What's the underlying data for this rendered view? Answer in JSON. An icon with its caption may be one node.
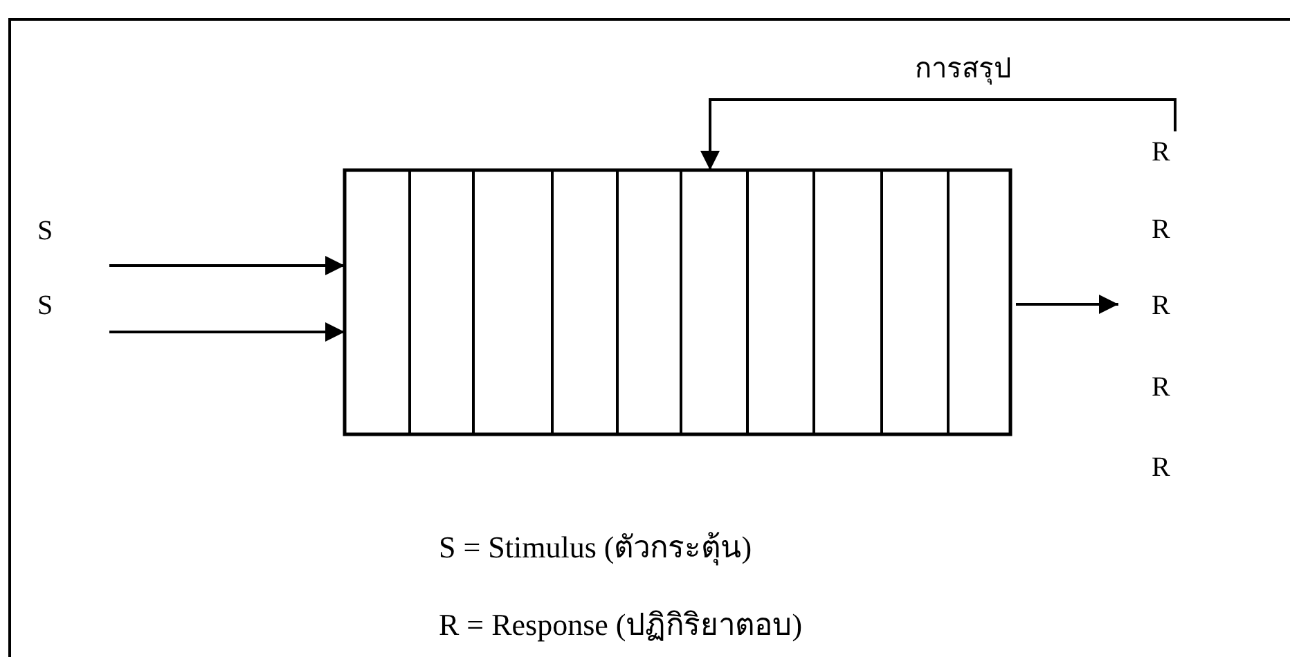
{
  "diagram": {
    "nodes": [
      {
        "text": [],
        "shape": "box"
      },
      {
        "text": [
          "R"
        ]
      },
      {
        "text": [
          "R"
        ]
      },
      {
        "text": [
          "R"
        ]
      },
      {
        "text": [
          "R"
        ]
      },
      {
        "text": [
          "R"
        ]
      }
    ],
    "edges": [
      {
        "from": null,
        "to": 0,
        "arrow": "to"
      },
      {
        "from": null,
        "to": 0,
        "arrow": "to"
      },
      {
        "from": 0,
        "to": 3,
        "arrow": "to"
      },
      {
        "from": 1,
        "to": 0,
        "arrow": "to",
        "label": "การสรุป"
      }
    ],
    "labels": [
      "S",
      "S",
      "S = Stimulus (ตัวกระตุ้น)",
      "R = Response (ปฏิกิริยาตอบ)"
    ]
  }
}
